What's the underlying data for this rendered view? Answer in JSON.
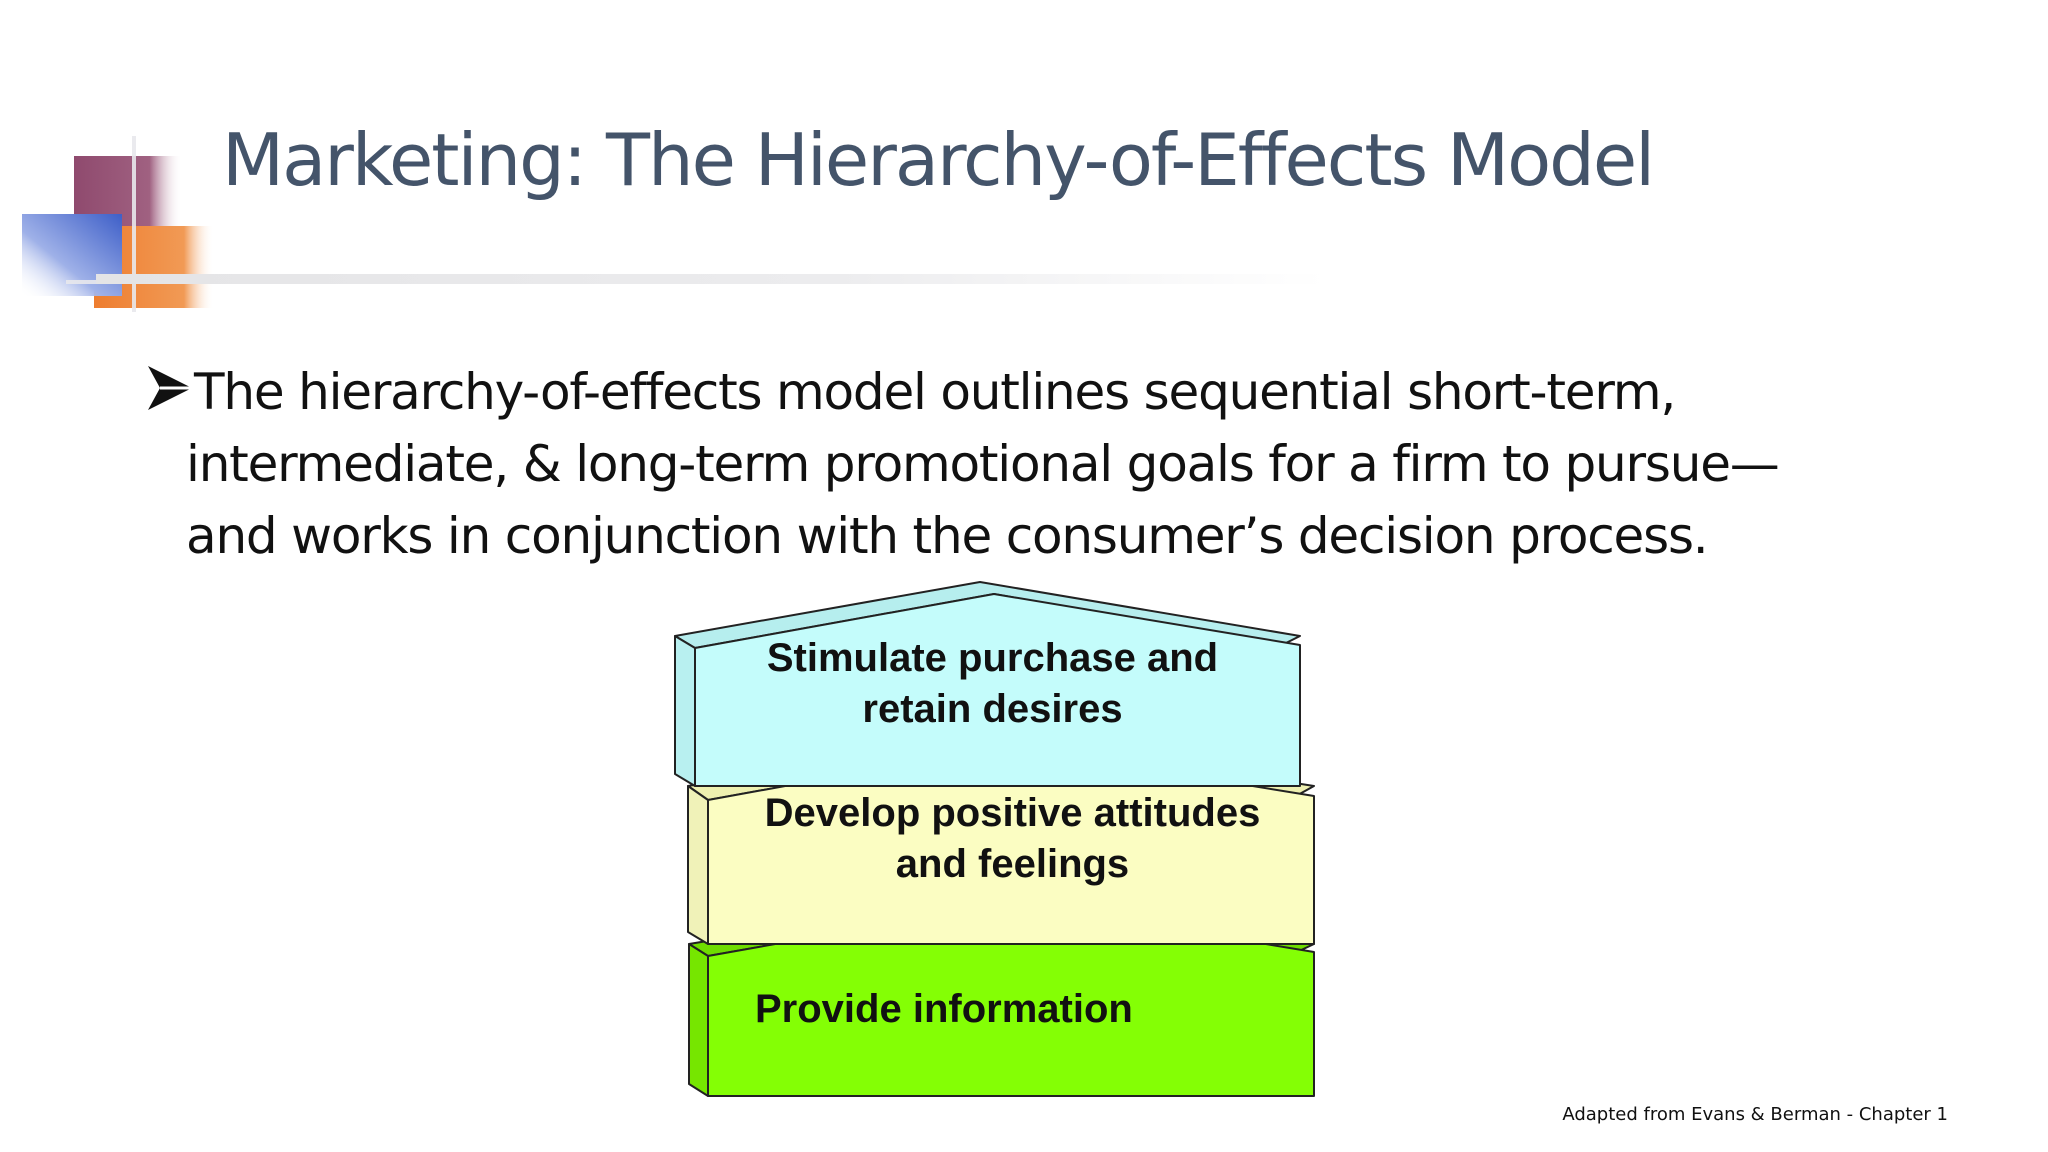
{
  "slide": {
    "title": "Marketing: The Hierarchy-of-Effects Model",
    "bullet": {
      "icon": "arrow-bullet-icon",
      "lines": [
        "The hierarchy-of-effects model outlines sequential short-term,",
        "intermediate, & long-term promotional goals for a firm to pursue—",
        "and works in conjunction with the consumer’s decision process."
      ]
    },
    "hierarchy": {
      "levels": [
        {
          "lines": [
            "Stimulate purchase and",
            "retain desires"
          ],
          "color": "#c4fcfb"
        },
        {
          "lines": [
            "Develop positive attitudes",
            "and feelings"
          ],
          "color": "#fbfdc2"
        },
        {
          "lines": [
            "Provide information"
          ],
          "color": "#84ff05"
        }
      ]
    },
    "credit": "Adapted from Evans & Berman - Chapter 1"
  },
  "colors": {
    "title": "#44546a",
    "logo_maroon": "#8f4a6e",
    "logo_orange": "#ee7d2f",
    "logo_blue": "#4a6fd0"
  }
}
